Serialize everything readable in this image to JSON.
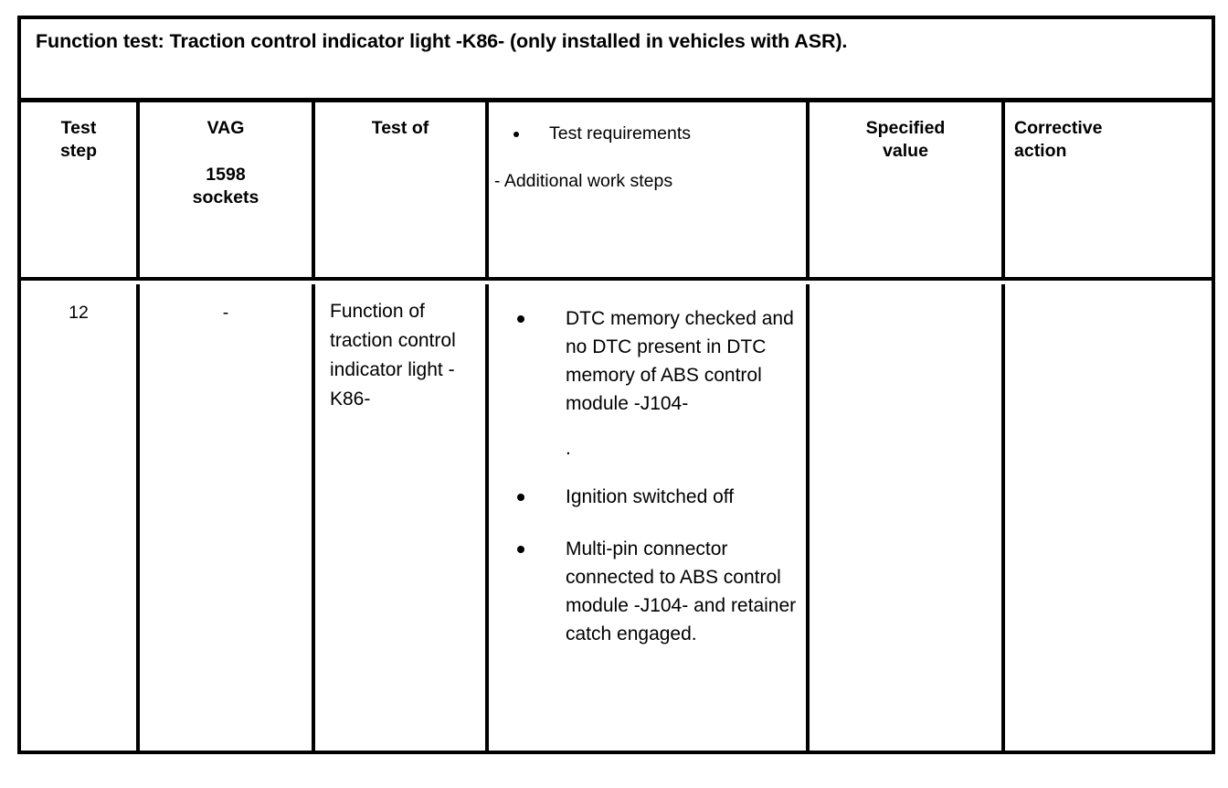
{
  "document": {
    "title": "Function test: Traction control indicator light -K86- (only installed in vehicles with ASR)."
  },
  "table": {
    "columns": [
      {
        "id": "test-step",
        "label_line1": "Test",
        "label_line2": "step"
      },
      {
        "id": "vag-1598-sockets",
        "label_line1": "VAG",
        "label_line2": "1598",
        "label_line3": "sockets"
      },
      {
        "id": "test-of",
        "label_line1": "Test of"
      },
      {
        "id": "test-requirements",
        "bullet_label": "Test requirements",
        "dash_label": "- Additional work steps"
      },
      {
        "id": "specified-value",
        "label_line1": "Specified",
        "label_line2": "value"
      },
      {
        "id": "corrective-action",
        "label_line1": "Corrective",
        "label_line2": "action"
      }
    ],
    "rows": [
      {
        "test_step": "12",
        "vag_sockets": "-",
        "test_of": "Function of traction control indicator light -K86-",
        "requirements": [
          "DTC memory checked and no DTC present in DTC memory of ABS control module -J104-",
          "Ignition switched off",
          "Multi-pin connector connected to ABS control module -J104- and retainer catch engaged."
        ],
        "stray_mark": ".",
        "specified_value": "",
        "corrective_action": ""
      }
    ]
  },
  "colors": {
    "ink": "#000000",
    "paper": "#ffffff"
  }
}
